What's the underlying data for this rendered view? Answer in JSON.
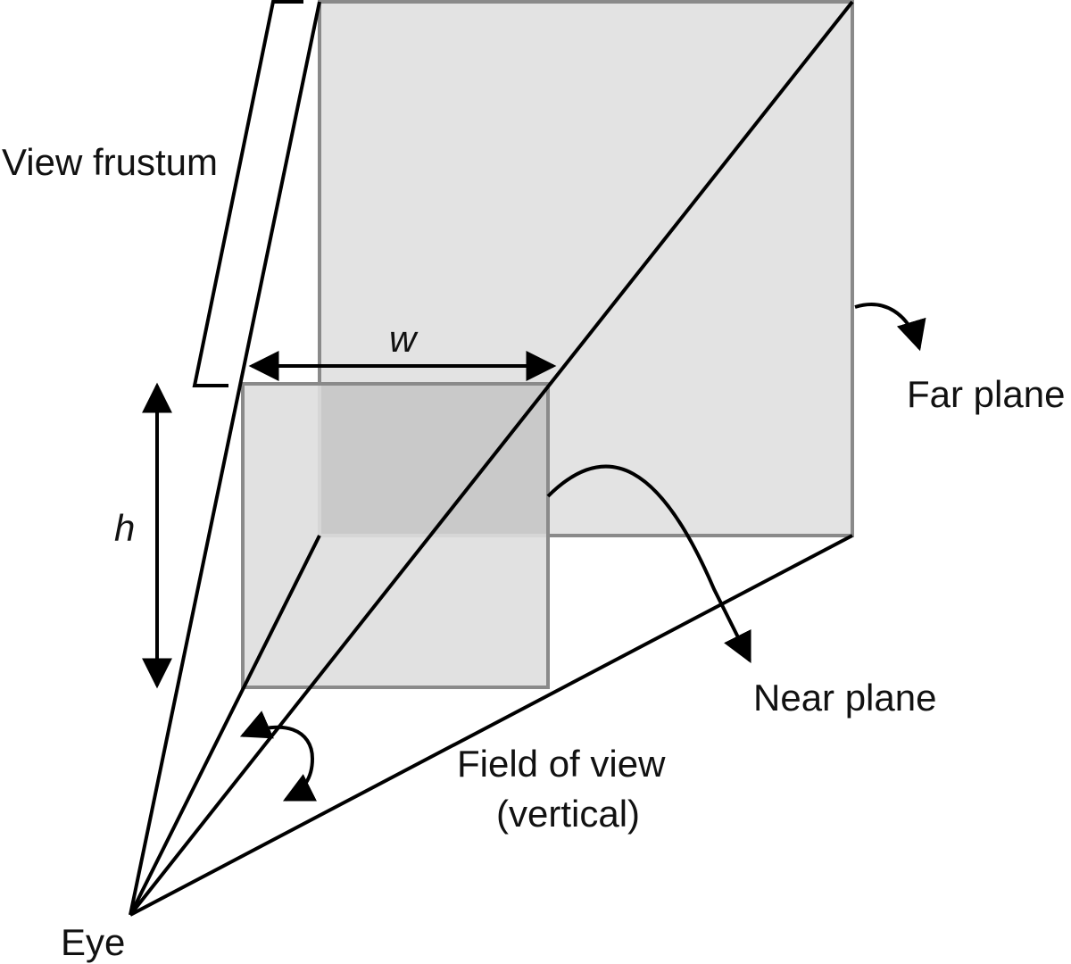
{
  "labels": {
    "view_frustum": "View frustum",
    "width_symbol": "w",
    "height_symbol": "h",
    "far_plane": "Far plane",
    "near_plane": "Near plane",
    "field_of_view_line1": "Field of view",
    "field_of_view_line2": "(vertical)",
    "eye": "Eye"
  },
  "colors": {
    "far_plane_fill": "#e3e3e3",
    "near_plane_fill": "#dedede",
    "overlap_fill": "#c9c9c9",
    "plane_edge": "#8a8a8a",
    "line": "#000000"
  }
}
